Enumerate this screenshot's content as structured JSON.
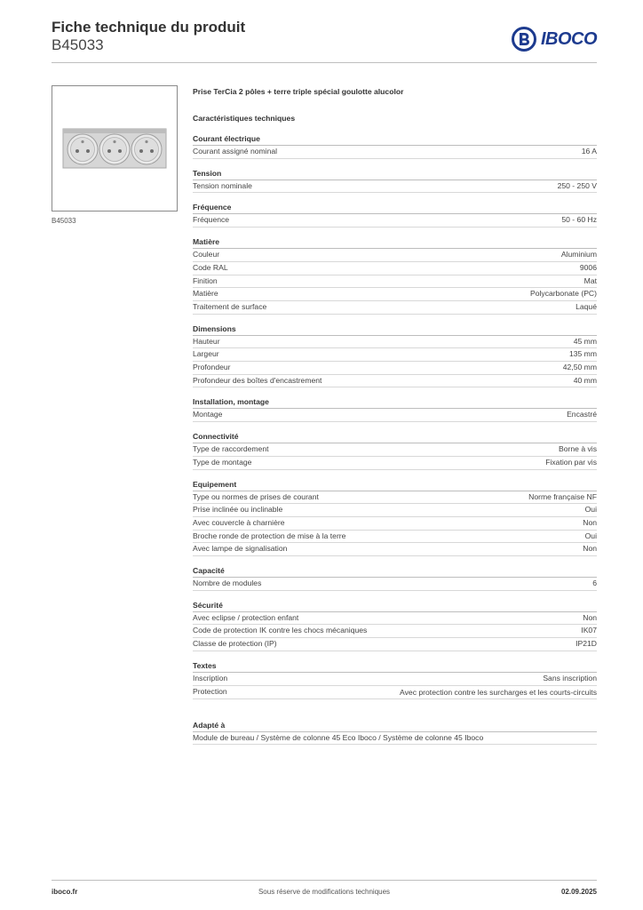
{
  "header": {
    "title": "Fiche technique du produit",
    "code": "B45033",
    "brand": "IBOCO"
  },
  "image": {
    "caption": "B45033",
    "sockets": 3
  },
  "product": {
    "name": "Prise TerCia 2 pôles + terre triple spécial goulotte alucolor",
    "section_heading": "Caractéristiques techniques"
  },
  "groups": [
    {
      "title": "Courant électrique",
      "rows": [
        {
          "label": "Courant assigné nominal",
          "value": "16 A"
        }
      ]
    },
    {
      "title": "Tension",
      "rows": [
        {
          "label": "Tension nominale",
          "value": "250 - 250 V"
        }
      ]
    },
    {
      "title": "Fréquence",
      "rows": [
        {
          "label": "Fréquence",
          "value": "50 - 60 Hz"
        }
      ]
    },
    {
      "title": "Matière",
      "rows": [
        {
          "label": "Couleur",
          "value": "Aluminium"
        },
        {
          "label": "Code RAL",
          "value": "9006"
        },
        {
          "label": "Finition",
          "value": "Mat"
        },
        {
          "label": "Matière",
          "value": "Polycarbonate (PC)"
        },
        {
          "label": "Traitement de surface",
          "value": "Laqué"
        }
      ]
    },
    {
      "title": "Dimensions",
      "rows": [
        {
          "label": "Hauteur",
          "value": "45 mm"
        },
        {
          "label": "Largeur",
          "value": "135 mm"
        },
        {
          "label": "Profondeur",
          "value": "42,50 mm"
        },
        {
          "label": "Profondeur des boîtes d'encastrement",
          "value": "40 mm"
        }
      ]
    },
    {
      "title": "Installation, montage",
      "rows": [
        {
          "label": "Montage",
          "value": "Encastré"
        }
      ]
    },
    {
      "title": "Connectivité",
      "rows": [
        {
          "label": "Type de raccordement",
          "value": "Borne à vis"
        },
        {
          "label": "Type de montage",
          "value": "Fixation par vis"
        }
      ]
    },
    {
      "title": "Equipement",
      "rows": [
        {
          "label": "Type ou normes de prises de courant",
          "value": "Norme française NF"
        },
        {
          "label": "Prise inclinée ou inclinable",
          "value": "Oui"
        },
        {
          "label": "Avec couvercle à charnière",
          "value": "Non"
        },
        {
          "label": "Broche ronde de protection de mise à la terre",
          "value": "Oui"
        },
        {
          "label": "Avec lampe de signalisation",
          "value": "Non"
        }
      ]
    },
    {
      "title": "Capacité",
      "rows": [
        {
          "label": "Nombre de modules",
          "value": "6"
        }
      ]
    },
    {
      "title": "Sécurité",
      "rows": [
        {
          "label": "Avec eclipse / protection enfant",
          "value": "Non"
        },
        {
          "label": "Code de protection IK contre les chocs mécaniques",
          "value": "IK07"
        },
        {
          "label": "Classe de protection (IP)",
          "value": "IP21D"
        }
      ]
    },
    {
      "title": "Textes",
      "rows": [
        {
          "label": "Inscription",
          "value": "Sans inscription"
        },
        {
          "label": "Protection",
          "value": "Avec protection contre les surcharges et les courts-circuits",
          "wrap": true
        }
      ]
    }
  ],
  "adapte": {
    "title": "Adapté à",
    "text": "Module de bureau / Système de colonne 45 Eco Iboco / Système de colonne 45 Iboco"
  },
  "footer": {
    "left": "iboco.fr",
    "center": "Sous réserve de modifications techniques",
    "right": "02.09.2025"
  },
  "colors": {
    "brand": "#1d3b8f",
    "socket_face": "#c9c9c9"
  }
}
